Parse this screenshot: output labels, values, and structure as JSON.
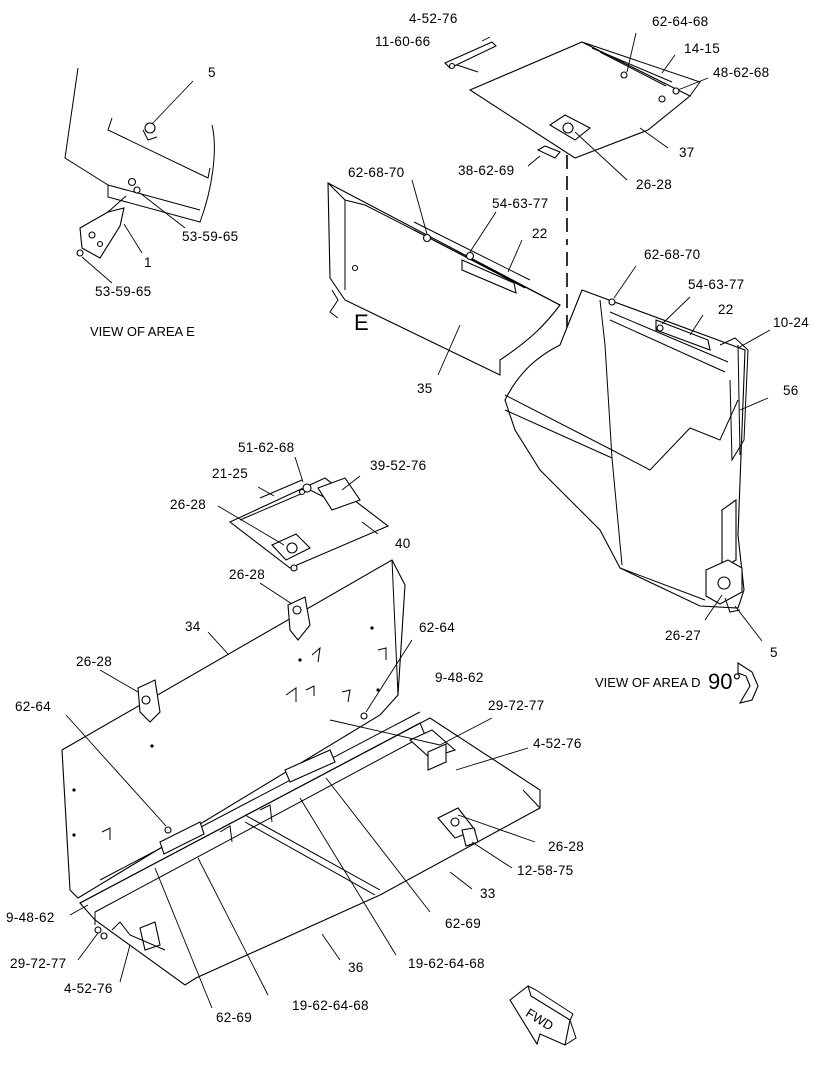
{
  "callouts": {
    "p_4_52_76_top": "4-52-76",
    "p_11_60_66": "11-60-66",
    "p_62_64_68": "62-64-68",
    "p_14_15": "14-15",
    "p_48_62_68": "48-62-68",
    "p_37": "37",
    "p_38_62_69": "38-62-69",
    "p_26_28_top": "26-28",
    "p_5_e": "5",
    "p_53_59_65_a": "53-59-65",
    "p_1": "1",
    "p_53_59_65_b": "53-59-65",
    "p_62_68_70_l": "62-68-70",
    "p_54_63_77_l": "54-63-77",
    "p_22_l": "22",
    "p_35": "35",
    "p_62_68_70_r": "62-68-70",
    "p_54_63_77_r": "54-63-77",
    "p_22_r": "22",
    "p_10_24": "10-24",
    "p_56": "56",
    "p_26_27": "26-27",
    "p_5_d": "5",
    "p_51_62_68": "51-62-68",
    "p_21_25": "21-25",
    "p_39_52_76": "39-52-76",
    "p_26_28_a": "26-28",
    "p_40": "40",
    "p_26_28_b": "26-28",
    "p_34": "34",
    "p_62_64_a": "62-64",
    "p_26_28_c": "26-28",
    "p_9_48_62_a": "9-48-62",
    "p_62_64_b": "62-64",
    "p_29_72_77_a": "29-72-77",
    "p_4_52_76_b": "4-52-76",
    "p_26_28_d": "26-28",
    "p_12_58_75": "12-58-75",
    "p_33": "33",
    "p_62_69_a": "62-69",
    "p_9_48_62_b": "9-48-62",
    "p_19_62_64_68_a": "19-62-64-68",
    "p_29_72_77_b": "29-72-77",
    "p_36": "36",
    "p_4_52_76_c": "4-52-76",
    "p_19_62_64_68_b": "19-62-64-68",
    "p_62_69_b": "62-69"
  },
  "captions": {
    "view_area_e": "VIEW OF AREA E",
    "area_e_letter": "E",
    "view_area_d": "VIEW OF AREA D",
    "rotation": "90°",
    "fwd": "FWD"
  }
}
